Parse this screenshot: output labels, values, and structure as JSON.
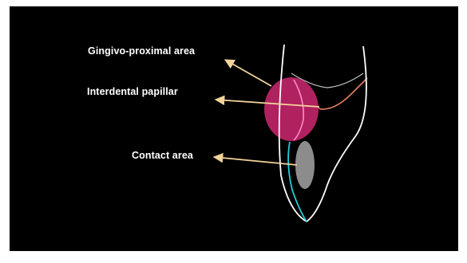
{
  "labels": {
    "gingivo_proximal": "Gingivo-proximal area",
    "interdental_papillar": "Interdental papillar",
    "contact_area": "Contact area"
  },
  "colors": {
    "background": "#000000",
    "outline": "#ffffff",
    "arrow": "#f2d49a",
    "papilla_fill": "#b0215f",
    "contact_fill": "#8c8c8c",
    "cyan_line": "#1fd0d6",
    "orange_line": "#e3805e",
    "pink_line": "#ff8fc8",
    "grey_line": "#bfbfbf"
  }
}
